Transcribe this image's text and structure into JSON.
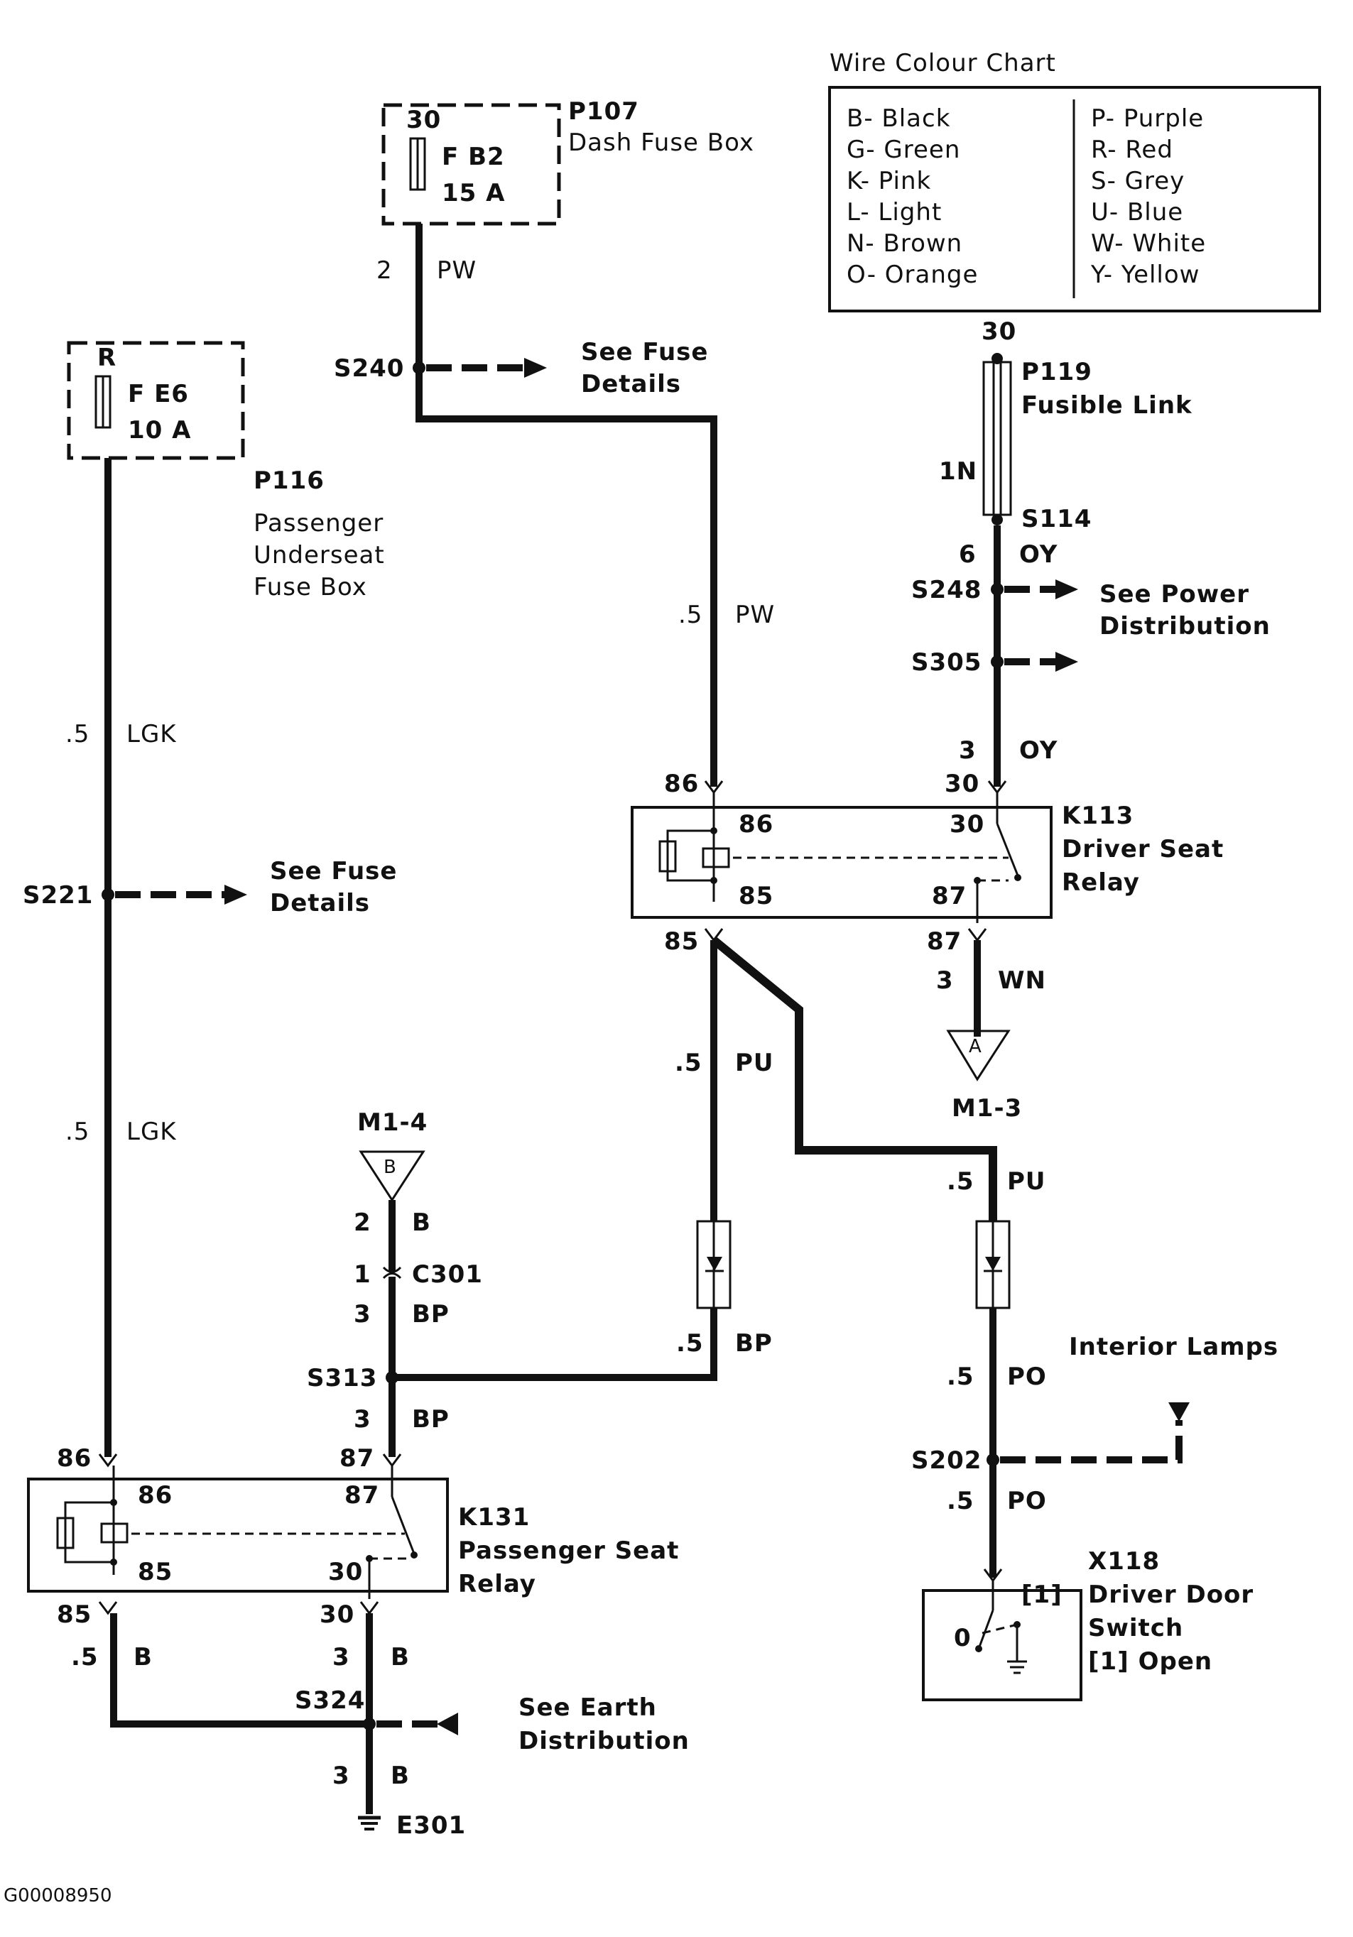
{
  "diagram_id": "G00008950",
  "colour_chart": {
    "title": "Wire Colour Chart",
    "left": [
      "B- Black",
      "G- Green",
      "K- Pink",
      "L- Light",
      "N- Brown",
      "O- Orange"
    ],
    "right": [
      "P- Purple",
      "R- Red",
      "S- Grey",
      "U- Blue",
      "W- White",
      "Y- Yellow"
    ]
  },
  "p107": {
    "id": "P107",
    "name": "Dash Fuse Box",
    "terminal": "30",
    "fuse": "F B2",
    "rating": "15 A"
  },
  "p116": {
    "id": "P116",
    "name_lines": [
      "Passenger",
      "Underseat",
      "Fuse Box"
    ],
    "terminal": "R",
    "fuse": "F E6",
    "rating": "10 A"
  },
  "p119": {
    "id": "P119",
    "name": "Fusible Link",
    "top_terminal": "30",
    "size": "1N"
  },
  "k113": {
    "id": "K113",
    "name_lines": [
      "Driver Seat",
      "Relay"
    ],
    "pins": {
      "p86": "86",
      "p85": "85",
      "p30": "30",
      "p87": "87"
    }
  },
  "k131": {
    "id": "K131",
    "name_lines": [
      "Passenger Seat",
      "Relay"
    ],
    "pins": {
      "p86": "86",
      "p85": "85",
      "p87": "87",
      "p30": "30"
    }
  },
  "x118": {
    "id": "X118",
    "name_lines": [
      "Driver Door",
      "Switch",
      "[1]  Open"
    ],
    "pos1": "[1]",
    "pos0": "0"
  },
  "splices": {
    "s240": "S240",
    "s221": "S221",
    "s114": "S114",
    "s248": "S248",
    "s305": "S305",
    "s313": "S313",
    "s324": "S324",
    "s202": "S202"
  },
  "connectors": {
    "c301": "C301",
    "m1_4": "M1-4",
    "m1_3": "M1-3",
    "tri_b": "B",
    "tri_a": "A"
  },
  "ground": {
    "e301": "E301"
  },
  "references": {
    "fuse_details": [
      "See Fuse",
      "Details"
    ],
    "power_distribution": [
      "See Power",
      "Distribution"
    ],
    "earth_distribution": [
      "See Earth",
      "Distribution"
    ],
    "interior_lamps": "Interior Lamps"
  },
  "wire_labels": {
    "w1": {
      "size": "2",
      "colour": "PW"
    },
    "w2": {
      "size": ".5",
      "colour": "PW"
    },
    "w3": {
      "size": ".5",
      "colour": "LGK"
    },
    "w4": {
      "size": ".5",
      "colour": "LGK"
    },
    "w5": {
      "size": "6",
      "colour": "OY"
    },
    "w6": {
      "size": "3",
      "colour": "OY"
    },
    "w7": {
      "size": "3",
      "colour": "WN"
    },
    "w8": {
      "size": ".5",
      "colour": "PU"
    },
    "w9": {
      "size": ".5",
      "colour": "PU"
    },
    "w10": {
      "size": ".5",
      "colour": "BP"
    },
    "w11": {
      "size": "2",
      "colour": "B"
    },
    "w12": {
      "size": "3",
      "colour": "BP"
    },
    "w13": {
      "size": "3",
      "colour": "BP"
    },
    "w14": {
      "size": ".5",
      "colour": "PO"
    },
    "w15": {
      "size": ".5",
      "colour": "PO"
    },
    "w16": {
      "size": ".5",
      "colour": "B"
    },
    "w17": {
      "size": "3",
      "colour": "B"
    },
    "w18": {
      "size": "3",
      "colour": "B"
    },
    "c301_pin": "1"
  },
  "pin_labels": {
    "k113_86": "86",
    "k113_30": "30",
    "k113_85": "85",
    "k113_87": "87",
    "k131_86": "86",
    "k131_87": "87",
    "k131_85": "85",
    "k131_30": "30"
  }
}
